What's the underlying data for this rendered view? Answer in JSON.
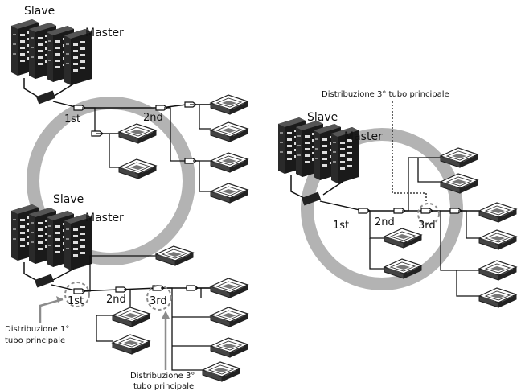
{
  "labels": {
    "slave": "Slave",
    "master": "Master",
    "first": "1st",
    "second": "2nd",
    "third": "3rd",
    "dist_first_l1": "Distribuzione 1°",
    "dist_first_l2": "tubo principale",
    "dist_third_l1": "Distribuzione 3°",
    "dist_third_l2": "tubo principale",
    "dist_third_single": "Distribuzione 3° tubo principale"
  },
  "colors": {
    "ring": "#b3b3b3",
    "outdoor_unit": "#2a2a2a",
    "indoor_unit": "#3a3a3a",
    "pipe": "#111111",
    "highlight": "#8c8c8c"
  }
}
